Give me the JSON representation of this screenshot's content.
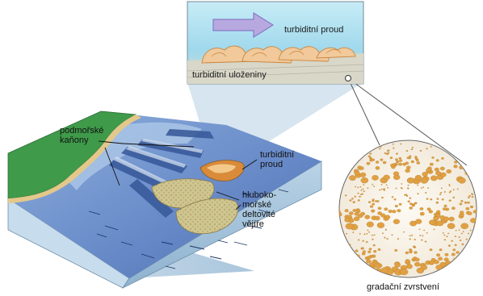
{
  "labels": {
    "canyons": "podmořské\nkaňony",
    "turbidity_current": "turbiditní\nproud",
    "deep_sea_fans": "hluboko-\nmořské\ndeltovité\nvějíře",
    "inset_current": "turbiditní proud",
    "inset_deposits": "turbiditní uloženiny",
    "caption": "gradační zvrstvení"
  },
  "colors": {
    "sea_surface": "#9fb8de",
    "sea_deep": "#5d7fbe",
    "land": "#3f9a4a",
    "beach": "#e3c88a",
    "block_side": "#a9c7dd",
    "fan": "#cfc58f",
    "current": "#d98b3a",
    "arrow": "#b7a8e0",
    "grain": "#e0a043"
  }
}
